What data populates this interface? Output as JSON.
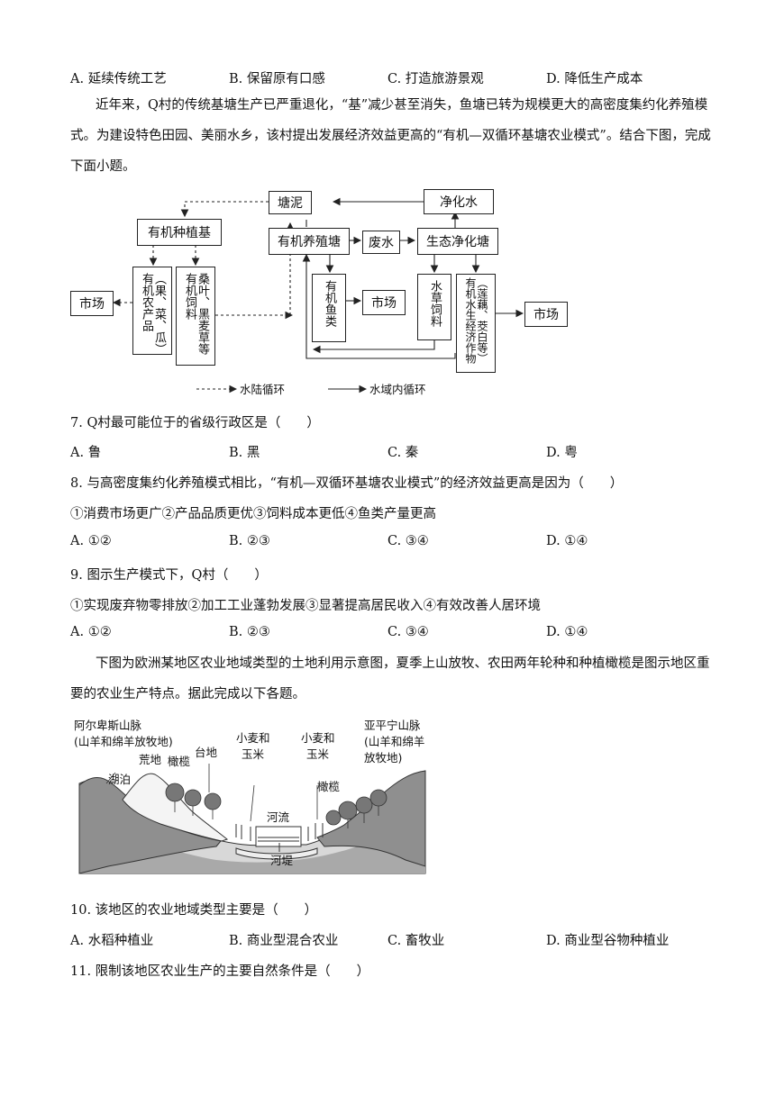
{
  "q6_options": [
    "A. 延续传统工艺",
    "B. 保留原有口感",
    "C. 打造旅游景观",
    "D. 降低生产成本"
  ],
  "intro1": "近年来，Q村的传统基塘生产已严重退化，“基”减少甚至消失，鱼塘已转为规模更大的高密度集约化养殖模式。为建设特色田园、美丽水乡，该村提出发展经济效益更高的“有机—双循环基塘农业模式”。结合下图，完成下面小题。",
  "diagram1": {
    "pond_mud": "塘泥",
    "purified_water": "净化水",
    "organic_base": "有机种植基",
    "organic_pond": "有机养殖塘",
    "waste_water": "废水",
    "eco_pond": "生态净化塘",
    "market_left": "市场",
    "organic_produce": [
      "有机农产品",
      "（果、菜、瓜）"
    ],
    "organic_feed": [
      "有机饲料",
      "桑叶、黑麦草等"
    ],
    "organic_fish": "有机鱼类",
    "market_mid": "市场",
    "aquatic_feed": "水草饲料",
    "aquatic_crops": [
      "有机水生经济作物",
      "（莲藕、茭白等）"
    ],
    "market_right": "市场",
    "legend_land_water": "水陆循环",
    "legend_water": "水域内循环"
  },
  "q7": {
    "stem": "7. Q村最可能位于的省级行政区是（　　）",
    "options": [
      "A. 鲁",
      "B. 黑",
      "C. 秦",
      "D. 粤"
    ]
  },
  "q8": {
    "stem": "8. 与高密度集约化养殖模式相比，“有机—双循环基塘农业模式”的经济效益更高是因为（　　）",
    "items": "①消费市场更广②产品品质更优③饲料成本更低④鱼类产量更高",
    "options": [
      "A. ①②",
      "B. ②③",
      "C. ③④",
      "D. ①④"
    ]
  },
  "q9": {
    "stem": "9. 图示生产模式下，Q村（　　）",
    "items": "①实现废弃物零排放②加工工业蓬勃发展③显著提高居民收入④有效改善人居环境",
    "options": [
      "A. ①②",
      "B. ②③",
      "C. ③④",
      "D. ①④"
    ]
  },
  "intro2": "下图为欧洲某地区农业地域类型的土地利用示意图，夏季上山放牧、农田两年轮种和种植橄榄是图示地区重要的农业生产特点。据此完成以下各题。",
  "diagram2": {
    "alps": "阿尔卑斯山脉",
    "alps_sub": "(山羊和绵羊放牧地)",
    "lake": "湖泊",
    "wasteland": "荒地",
    "olive_left": "橄榄",
    "terrace": "台地",
    "wheat_corn_1": [
      "小麦和",
      "玉米"
    ],
    "wheat_corn_2": [
      "小麦和",
      "玉米"
    ],
    "river": "河流",
    "levee": "河堤",
    "olive_right": "橄榄",
    "apennines": "亚平宁山脉",
    "apennines_sub": [
      "(山羊和绵羊",
      "放牧地)"
    ]
  },
  "q10": {
    "stem": "10. 该地区的农业地域类型主要是（　　）",
    "options": [
      "A. 水稻种植业",
      "B. 商业型混合农业",
      "C. 畜牧业",
      "D. 商业型谷物种植业"
    ]
  },
  "q11": {
    "stem": "11. 限制该地区农业生产的主要自然条件是（　　）"
  }
}
